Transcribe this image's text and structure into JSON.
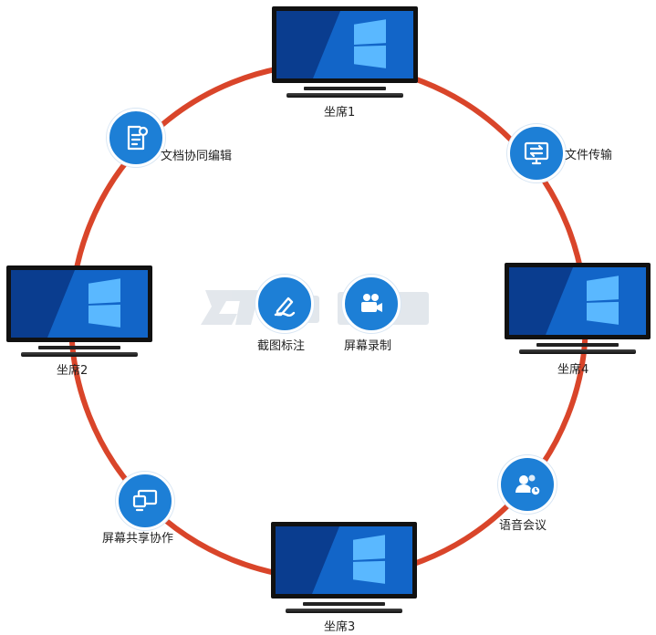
{
  "colors": {
    "ring": "#d9452a",
    "icon_blue": "#1d7fd6",
    "screen_blue": "#1265c8",
    "watermark": "#d7dde4"
  },
  "seats": [
    {
      "label": "坐席1"
    },
    {
      "label": "坐席2"
    },
    {
      "label": "坐席3"
    },
    {
      "label": "坐席4"
    }
  ],
  "features": [
    {
      "label": "文档协同编辑",
      "icon": "document-edit-icon"
    },
    {
      "label": "文件传输",
      "icon": "file-transfer-icon"
    },
    {
      "label": "屏幕共享协作",
      "icon": "screen-share-icon"
    },
    {
      "label": "语音会议",
      "icon": "voice-meeting-icon"
    },
    {
      "label": "截图标注",
      "icon": "screenshot-annotate-icon"
    },
    {
      "label": "屏幕录制",
      "icon": "screen-record-icon"
    }
  ]
}
